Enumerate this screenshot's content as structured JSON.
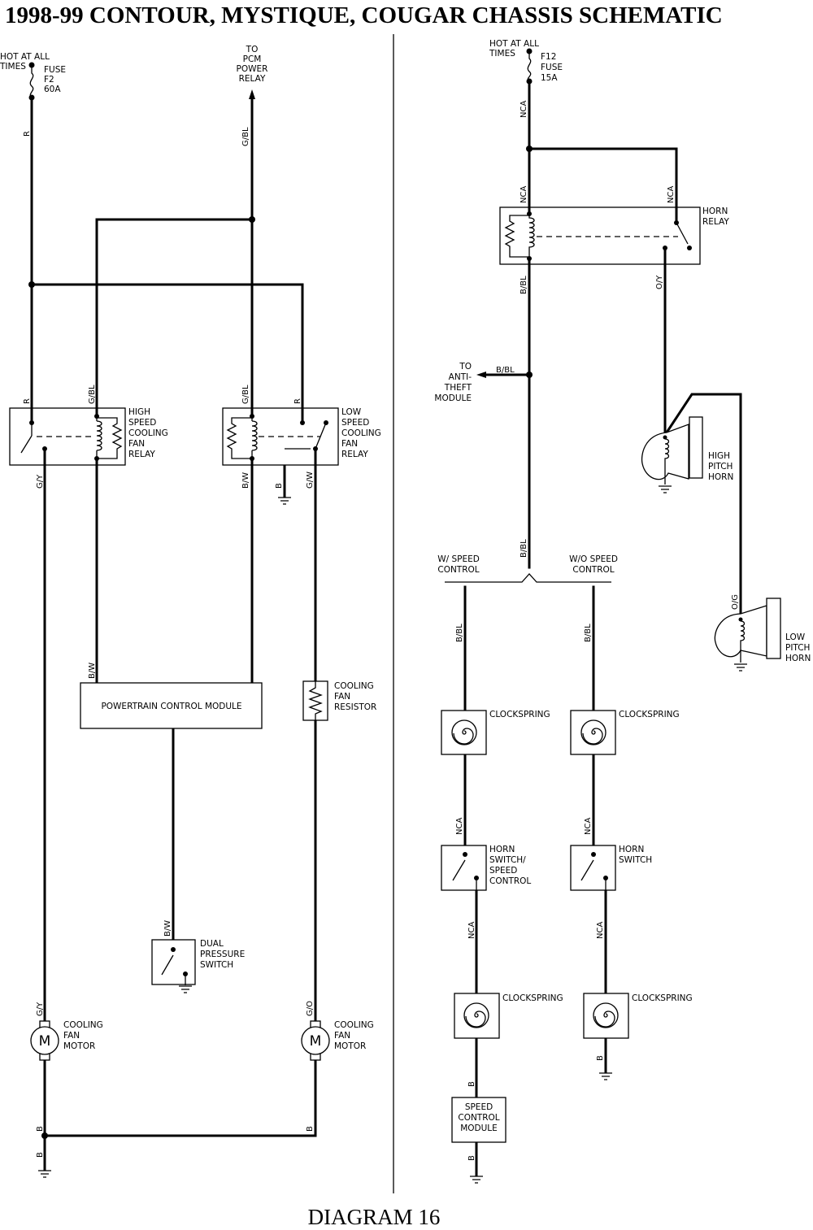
{
  "title": "1998-99 CONTOUR, MYSTIQUE, COUGAR CHASSIS SCHEMATIC",
  "footer": "DIAGRAM 16",
  "left": {
    "hot": [
      "HOT AT ALL",
      "TIMES"
    ],
    "fuse": [
      "FUSE",
      "F2",
      "60A"
    ],
    "to_pcm": [
      "TO",
      "PCM",
      "POWER",
      "RELAY"
    ],
    "high_relay": [
      "HIGH",
      "SPEED",
      "COOLING",
      "FAN",
      "RELAY"
    ],
    "low_relay": [
      "LOW",
      "SPEED",
      "COOLING",
      "FAN",
      "RELAY"
    ],
    "pcm": "POWERTRAIN CONTROL MODULE",
    "resistor": [
      "COOLING",
      "FAN",
      "RESISTOR"
    ],
    "dual_switch": [
      "DUAL",
      "PRESSURE",
      "SWITCH"
    ],
    "motor_letter": "M",
    "motor1": [
      "COOLING",
      "FAN",
      "MOTOR"
    ],
    "motor2": [
      "COOLING",
      "FAN",
      "MOTOR"
    ],
    "wires": {
      "r": "R",
      "gbl_top": "G/BL",
      "r_high": "R",
      "gbl_high": "G/BL",
      "gbl_low": "G/BL",
      "r_low": "R",
      "gy": "G/Y",
      "bw_low": "B/W",
      "b_low": "B",
      "gw": "G/W",
      "bw_pcm": "B/W",
      "bw_switch": "B/W",
      "gy_motor": "G/Y",
      "go_motor": "G/O",
      "b1": "B",
      "b2": "B",
      "b3": "B"
    }
  },
  "right": {
    "hot": [
      "HOT AT ALL",
      "TIMES"
    ],
    "fuse": [
      "F12",
      "FUSE",
      "15A"
    ],
    "horn_relay": [
      "HORN",
      "RELAY"
    ],
    "anti_theft": [
      "TO",
      "ANTI-",
      "THEFT",
      "MODULE"
    ],
    "high_horn": [
      "HIGH",
      "PITCH",
      "HORN"
    ],
    "low_horn": [
      "LOW",
      "PITCH",
      "HORN"
    ],
    "w_speed": [
      "W/ SPEED",
      "CONTROL"
    ],
    "wo_speed": [
      "W/O SPEED",
      "CONTROL"
    ],
    "clock1": "CLOCKSPRING",
    "clock2": "CLOCKSPRING",
    "clock3": "CLOCKSPRING",
    "clock4": "CLOCKSPRING",
    "horn_switch_speed": [
      "HORN",
      "SWITCH/",
      "SPEED",
      "CONTROL"
    ],
    "horn_switch": [
      "HORN",
      "SWITCH"
    ],
    "scm": [
      "SPEED",
      "CONTROL",
      "MODULE"
    ],
    "wires": {
      "nca_top": "NCA",
      "nca_relay_l": "NCA",
      "nca_relay_r": "NCA",
      "bbl_relay": "B/BL",
      "oy": "O/Y",
      "bbl_anti": "B/BL",
      "bbl_low": "B/BL",
      "og": "O/G",
      "bbl_w": "B/BL",
      "bbl_wo": "B/BL",
      "nca_w1": "NCA",
      "nca_wo1": "NCA",
      "nca_w2": "NCA",
      "nca_wo2": "NCA",
      "b_wo": "B",
      "b_w1": "B",
      "b_w2": "B"
    }
  }
}
